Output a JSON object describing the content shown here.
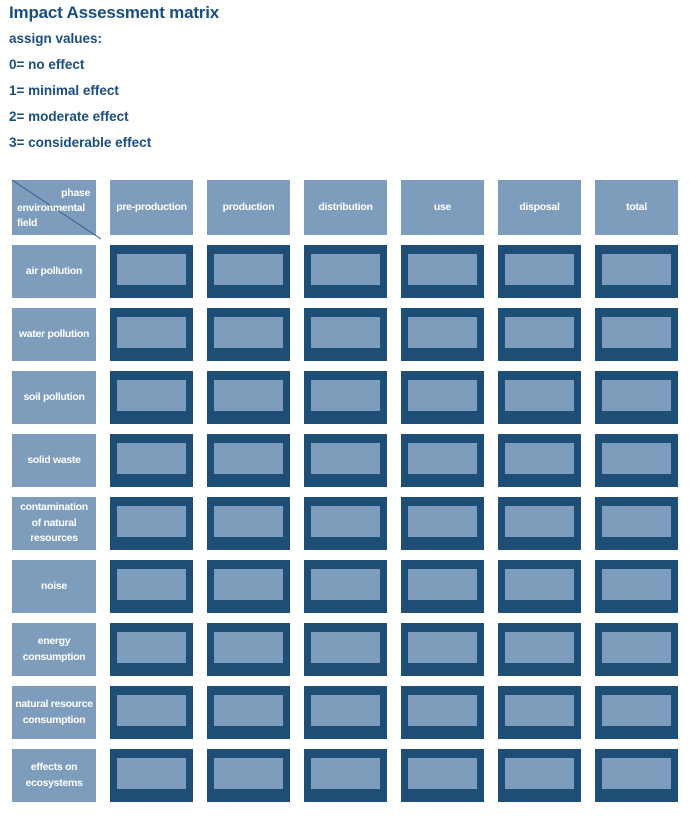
{
  "page": {
    "title": "Impact Assessment matrix",
    "assign_label": "assign values:",
    "legend": [
      "0= no effect",
      "1= minimal effect",
      "2= moderate effect",
      "3= considerable effect"
    ]
  },
  "matrix": {
    "corner": {
      "phase": "phase",
      "environmental_field": "environmental field"
    },
    "columns": [
      "pre-production",
      "production",
      "distribution",
      "use",
      "disposal",
      "total"
    ],
    "rows": [
      "air pollution",
      "water pollution",
      "soil pollution",
      "solid waste",
      "contamination of natural resources",
      "noise",
      "energy consumption",
      "natural resource consumption",
      "effects on ecosystems"
    ]
  },
  "colors": {
    "dark_navy": "#1e4e76",
    "steel_blue": "#7e9dbd",
    "heading_text": "#1a4d80",
    "cell_text": "#ffffff",
    "diagonal_line": "#2b5c8a"
  }
}
